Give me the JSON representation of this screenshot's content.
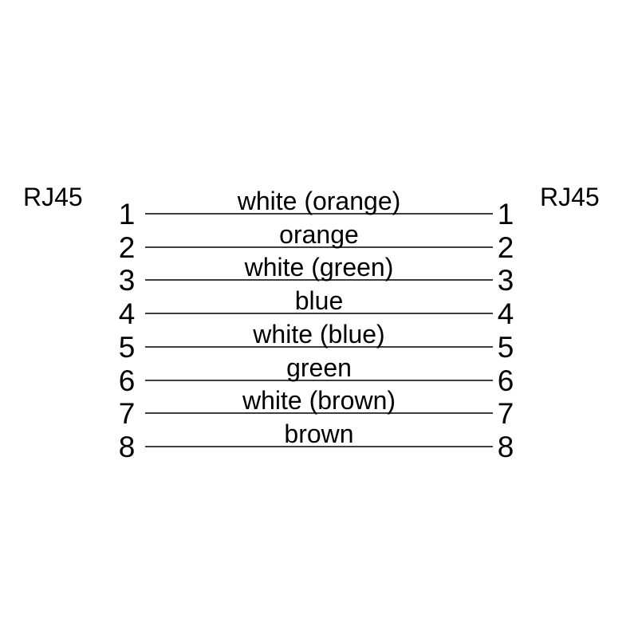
{
  "diagram": {
    "left_connector": "RJ45",
    "right_connector": "RJ45",
    "wires": [
      {
        "pin": "1",
        "label": "white (orange)"
      },
      {
        "pin": "2",
        "label": "orange"
      },
      {
        "pin": "3",
        "label": "white (green)"
      },
      {
        "pin": "4",
        "label": "blue"
      },
      {
        "pin": "5",
        "label": "white (blue)"
      },
      {
        "pin": "6",
        "label": "green"
      },
      {
        "pin": "7",
        "label": "white (brown)"
      },
      {
        "pin": "8",
        "label": "brown"
      }
    ],
    "colors": {
      "background": "#ffffff",
      "text": "#000000",
      "line": "#3e3e3e"
    }
  }
}
